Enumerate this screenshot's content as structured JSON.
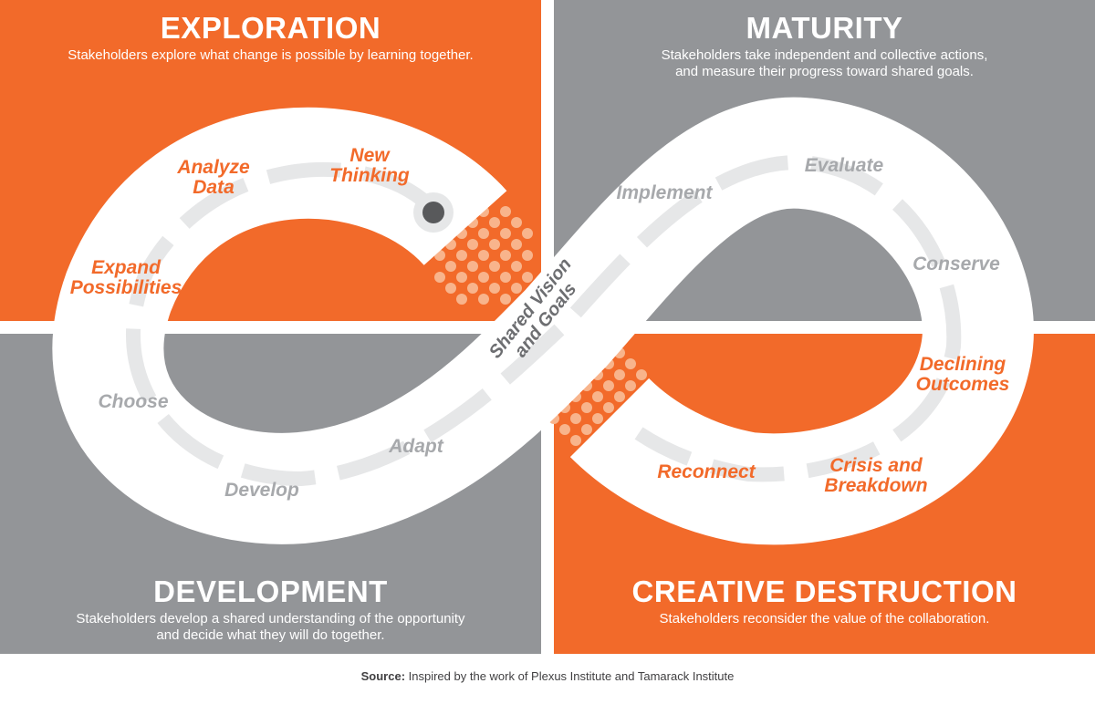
{
  "quadrants": {
    "exploration": {
      "title": "EXPLORATION",
      "description": "Stakeholders explore what change is possible by learning together."
    },
    "maturity": {
      "title": "MATURITY",
      "description_line1": "Stakeholders take independent and collective actions,",
      "description_line2": "and measure their progress toward shared goals."
    },
    "development": {
      "title": "DEVELOPMENT",
      "description_line1": "Stakeholders develop a shared understanding of the opportunity",
      "description_line2": "and decide what they will do together."
    },
    "creative_destruction": {
      "title": "CREATIVE DESTRUCTION",
      "description": "Stakeholders reconsider the value of the collaboration."
    }
  },
  "center": {
    "line1": "Shared Vision",
    "line2": "and Goals"
  },
  "steps": {
    "new_thinking": [
      "New",
      "Thinking"
    ],
    "analyze_data": [
      "Analyze",
      "Data"
    ],
    "expand_possibilities": [
      "Expand",
      "Possibilities"
    ],
    "choose": "Choose",
    "develop": "Develop",
    "adapt": "Adapt",
    "implement": "Implement",
    "evaluate": "Evaluate",
    "conserve": "Conserve",
    "declining_outcomes": [
      "Declining",
      "Outcomes"
    ],
    "crisis_breakdown": [
      "Crisis and",
      "Breakdown"
    ],
    "reconnect": "Reconnect"
  },
  "source": {
    "label": "Source:",
    "text": " Inspired by the work of Plexus Institute and Tamarack Institute"
  },
  "colors": {
    "orange": "#f26a2a",
    "gray": "#939598",
    "light_gray": "#e6e7e8",
    "dot": "#58595b"
  }
}
